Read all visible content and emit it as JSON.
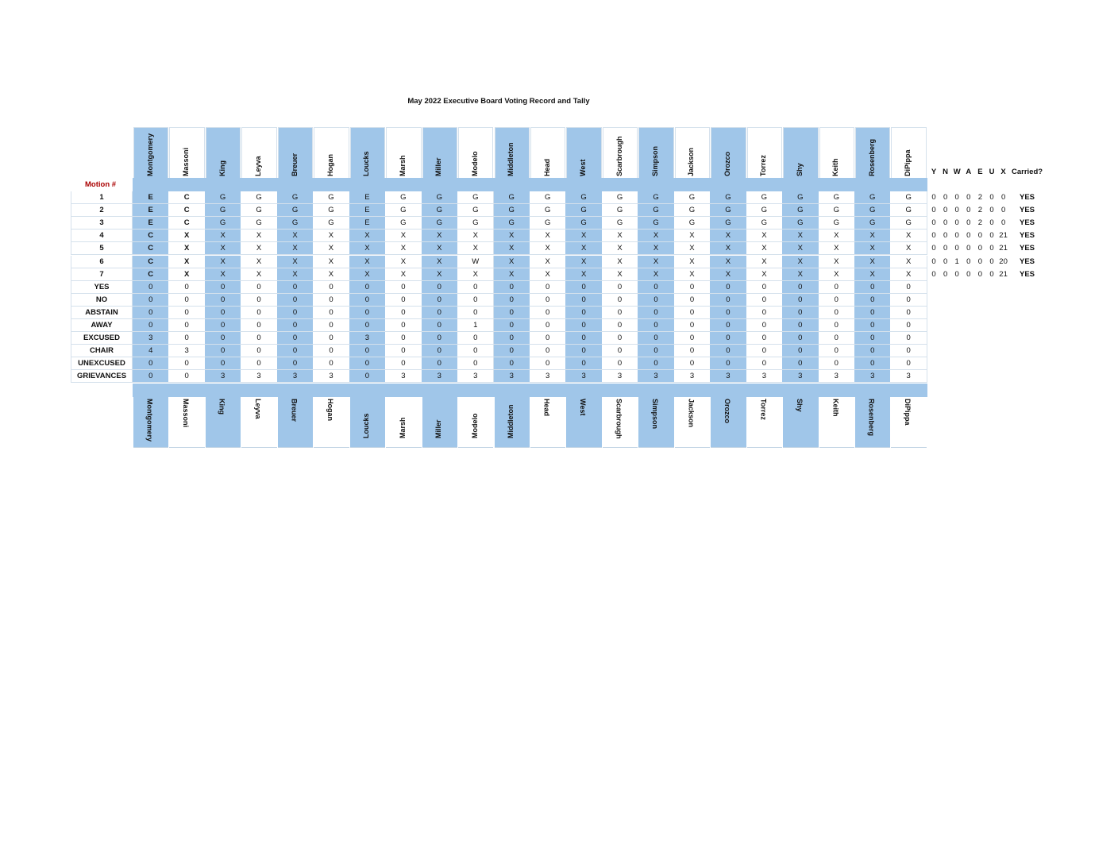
{
  "title": "May 2022 Executive Board Voting Record and Tally",
  "motion_header": "Motion #",
  "colors": {
    "highlight": "#a0c6e9",
    "motion_header": "#aa0000"
  },
  "members": [
    "Montgomery",
    "Massoni",
    "King",
    "Leyva",
    "Breuer",
    "Hogan",
    "Loucks",
    "Marsh",
    "Miller",
    "Modelo",
    "Middleton",
    "Head",
    "West",
    "Scarbrough",
    "Simpson",
    "Jackson",
    "Orozco",
    "Torrez",
    "Shy",
    "Keith",
    "Rosenberg",
    "DiPippa"
  ],
  "tally_headers": [
    "Y",
    "N",
    "W",
    "A",
    "E",
    "U",
    "X",
    "Carried?"
  ],
  "motions": [
    {
      "label": "1",
      "votes": [
        "E",
        "C",
        "G",
        "G",
        "G",
        "G",
        "E",
        "G",
        "G",
        "G",
        "G",
        "G",
        "G",
        "G",
        "G",
        "G",
        "G",
        "G",
        "G",
        "G",
        "G",
        "G"
      ],
      "tally": [
        "0",
        "0",
        "0",
        "0",
        "2",
        "0",
        "0"
      ],
      "carried": "YES"
    },
    {
      "label": "2",
      "votes": [
        "E",
        "C",
        "G",
        "G",
        "G",
        "G",
        "E",
        "G",
        "G",
        "G",
        "G",
        "G",
        "G",
        "G",
        "G",
        "G",
        "G",
        "G",
        "G",
        "G",
        "G",
        "G"
      ],
      "tally": [
        "0",
        "0",
        "0",
        "0",
        "2",
        "0",
        "0"
      ],
      "carried": "YES"
    },
    {
      "label": "3",
      "votes": [
        "E",
        "C",
        "G",
        "G",
        "G",
        "G",
        "E",
        "G",
        "G",
        "G",
        "G",
        "G",
        "G",
        "G",
        "G",
        "G",
        "G",
        "G",
        "G",
        "G",
        "G",
        "G"
      ],
      "tally": [
        "0",
        "0",
        "0",
        "0",
        "2",
        "0",
        "0"
      ],
      "carried": "YES"
    },
    {
      "label": "4",
      "votes": [
        "C",
        "X",
        "X",
        "X",
        "X",
        "X",
        "X",
        "X",
        "X",
        "X",
        "X",
        "X",
        "X",
        "X",
        "X",
        "X",
        "X",
        "X",
        "X",
        "X",
        "X",
        "X"
      ],
      "tally": [
        "0",
        "0",
        "0",
        "0",
        "0",
        "0",
        "21"
      ],
      "carried": "YES"
    },
    {
      "label": "5",
      "votes": [
        "C",
        "X",
        "X",
        "X",
        "X",
        "X",
        "X",
        "X",
        "X",
        "X",
        "X",
        "X",
        "X",
        "X",
        "X",
        "X",
        "X",
        "X",
        "X",
        "X",
        "X",
        "X"
      ],
      "tally": [
        "0",
        "0",
        "0",
        "0",
        "0",
        "0",
        "21"
      ],
      "carried": "YES"
    },
    {
      "label": "6",
      "votes": [
        "C",
        "X",
        "X",
        "X",
        "X",
        "X",
        "X",
        "X",
        "X",
        "W",
        "X",
        "X",
        "X",
        "X",
        "X",
        "X",
        "X",
        "X",
        "X",
        "X",
        "X",
        "X"
      ],
      "tally": [
        "0",
        "0",
        "1",
        "0",
        "0",
        "0",
        "20"
      ],
      "carried": "YES"
    },
    {
      "label": "7",
      "votes": [
        "C",
        "X",
        "X",
        "X",
        "X",
        "X",
        "X",
        "X",
        "X",
        "X",
        "X",
        "X",
        "X",
        "X",
        "X",
        "X",
        "X",
        "X",
        "X",
        "X",
        "X",
        "X"
      ],
      "tally": [
        "0",
        "0",
        "0",
        "0",
        "0",
        "0",
        "21"
      ],
      "carried": "YES"
    }
  ],
  "summary": [
    {
      "label": "YES",
      "values": [
        "0",
        "0",
        "0",
        "0",
        "0",
        "0",
        "0",
        "0",
        "0",
        "0",
        "0",
        "0",
        "0",
        "0",
        "0",
        "0",
        "0",
        "0",
        "0",
        "0",
        "0",
        "0"
      ]
    },
    {
      "label": "NO",
      "values": [
        "0",
        "0",
        "0",
        "0",
        "0",
        "0",
        "0",
        "0",
        "0",
        "0",
        "0",
        "0",
        "0",
        "0",
        "0",
        "0",
        "0",
        "0",
        "0",
        "0",
        "0",
        "0"
      ]
    },
    {
      "label": "ABSTAIN",
      "values": [
        "0",
        "0",
        "0",
        "0",
        "0",
        "0",
        "0",
        "0",
        "0",
        "0",
        "0",
        "0",
        "0",
        "0",
        "0",
        "0",
        "0",
        "0",
        "0",
        "0",
        "0",
        "0"
      ]
    },
    {
      "label": "AWAY",
      "values": [
        "0",
        "0",
        "0",
        "0",
        "0",
        "0",
        "0",
        "0",
        "0",
        "1",
        "0",
        "0",
        "0",
        "0",
        "0",
        "0",
        "0",
        "0",
        "0",
        "0",
        "0",
        "0"
      ]
    },
    {
      "label": "EXCUSED",
      "values": [
        "3",
        "0",
        "0",
        "0",
        "0",
        "0",
        "3",
        "0",
        "0",
        "0",
        "0",
        "0",
        "0",
        "0",
        "0",
        "0",
        "0",
        "0",
        "0",
        "0",
        "0",
        "0"
      ]
    },
    {
      "label": "CHAIR",
      "values": [
        "4",
        "3",
        "0",
        "0",
        "0",
        "0",
        "0",
        "0",
        "0",
        "0",
        "0",
        "0",
        "0",
        "0",
        "0",
        "0",
        "0",
        "0",
        "0",
        "0",
        "0",
        "0"
      ]
    },
    {
      "label": "UNEXCUSED",
      "values": [
        "0",
        "0",
        "0",
        "0",
        "0",
        "0",
        "0",
        "0",
        "0",
        "0",
        "0",
        "0",
        "0",
        "0",
        "0",
        "0",
        "0",
        "0",
        "0",
        "0",
        "0",
        "0"
      ]
    },
    {
      "label": "GRIEVANCES",
      "values": [
        "0",
        "0",
        "3",
        "3",
        "3",
        "3",
        "0",
        "3",
        "3",
        "3",
        "3",
        "3",
        "3",
        "3",
        "3",
        "3",
        "3",
        "3",
        "3",
        "3",
        "3",
        "3"
      ]
    }
  ]
}
